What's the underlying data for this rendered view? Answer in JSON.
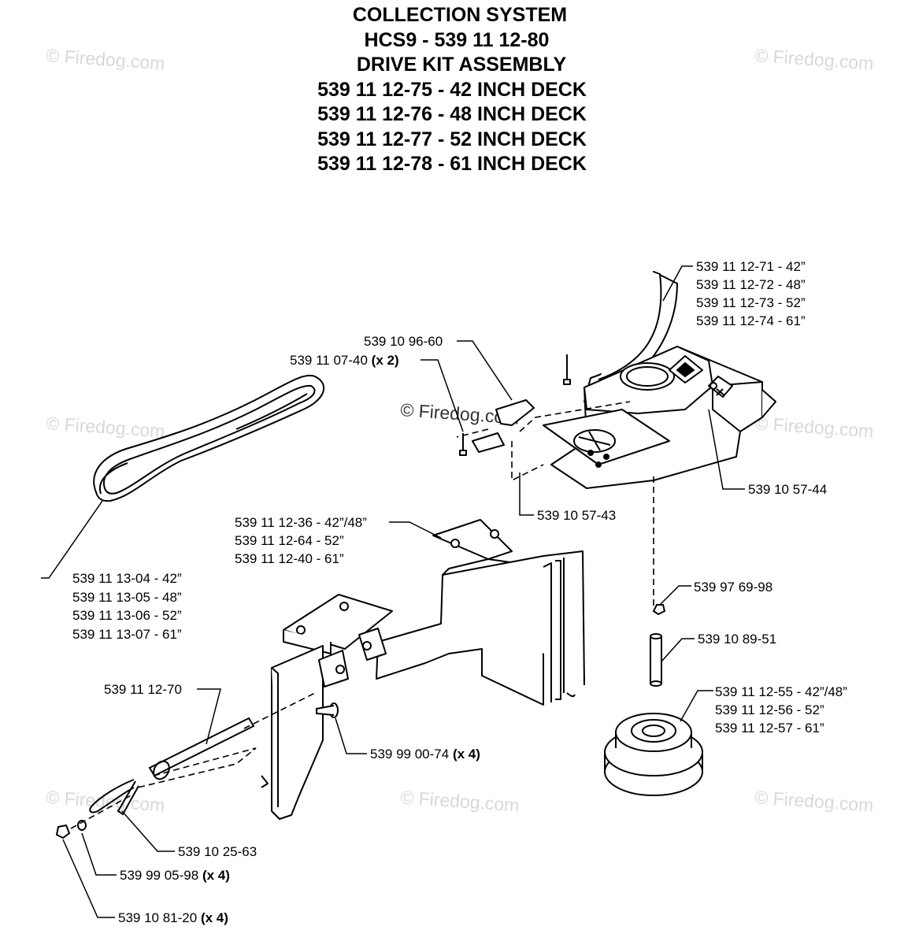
{
  "title_lines": [
    "COLLECTION SYSTEM",
    "HCS9 - 539 11 12-80",
    "DRIVE KIT ASSEMBLY",
    "539 11 12-75 - 42 INCH DECK",
    "539 11 12-76 - 48 INCH DECK",
    "539 11 12-77 - 52 INCH DECK",
    "539 11 12-78 - 61 INCH DECK"
  ],
  "watermark": "© Firedog.com",
  "labels": {
    "belt_guard": [
      "539 11 12-71 - 42”",
      "539 11 12-72 - 48”",
      "539 11 12-73 - 52”",
      "539 11 12-74 - 61”"
    ],
    "p_539109660": "539 10 96-60",
    "p_539110740": "539 11 07-40",
    "p_539110740_qty": "(x 2)",
    "p_539105744": "539 10 57-44",
    "p_539105743": "539 10 57-43",
    "belt": [
      "539 11 13-04 - 42”",
      "539 11 13-05 - 48”",
      "539 11 13-06 - 52”",
      "539 11 13-07 - 61”"
    ],
    "bracket": [
      "539 11 12-36 - 42”/48”",
      "539 11 12-64 - 52”",
      "539 11 12-40 - 61”"
    ],
    "p_539976998": "539 97 69-98",
    "p_539108951": "539 10 89-51",
    "pulley": [
      "539 11 12-55 - 42”/48”",
      "539 11 12-56 - 52”",
      "539 11 12-57 - 61”"
    ],
    "p_539111270": "539  11 12-70",
    "p_539990074": "539 99 00-74",
    "p_539990074_qty": "(x 4)",
    "p_539102563": "539 10 25-63",
    "p_539990598": "539 99 05-98",
    "p_539990598_qty": "(x 4)",
    "p_539108120": "539 10 81-20",
    "p_539108120_qty": "(x 4)"
  }
}
